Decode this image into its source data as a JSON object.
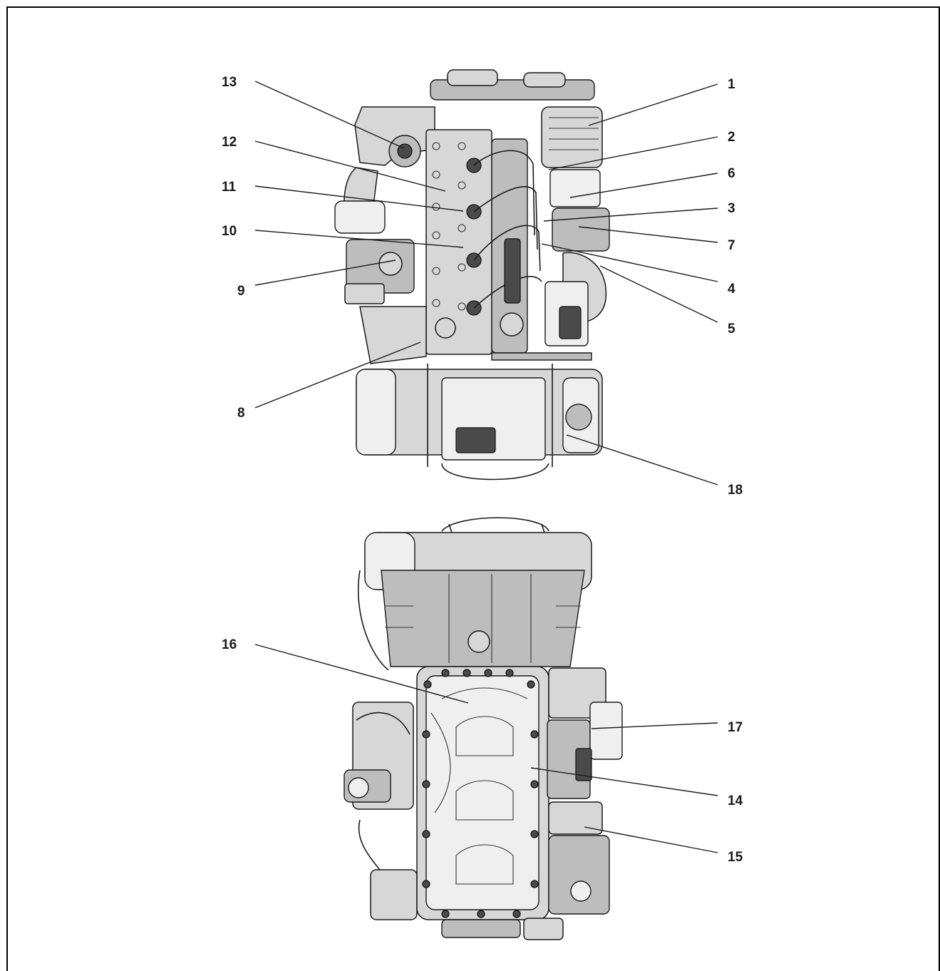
{
  "callouts": [
    {
      "id": "1",
      "label": "1"
    },
    {
      "id": "2",
      "label": "2"
    },
    {
      "id": "3",
      "label": "3"
    },
    {
      "id": "4",
      "label": "4"
    },
    {
      "id": "5",
      "label": "5"
    },
    {
      "id": "6",
      "label": "6"
    },
    {
      "id": "7",
      "label": "7"
    },
    {
      "id": "8",
      "label": "8"
    },
    {
      "id": "9",
      "label": "9"
    },
    {
      "id": "10",
      "label": "10"
    },
    {
      "id": "11",
      "label": "11"
    },
    {
      "id": "12",
      "label": "12"
    },
    {
      "id": "13",
      "label": "13"
    },
    {
      "id": "14",
      "label": "14"
    },
    {
      "id": "15",
      "label": "15"
    },
    {
      "id": "16",
      "label": "16"
    },
    {
      "id": "17",
      "label": "17"
    },
    {
      "id": "18",
      "label": "18"
    }
  ],
  "colors": {
    "ink": "#1a1a1a",
    "light_gray": "#d7d7d7",
    "mid_gray": "#bdbdbd",
    "dark_gray": "#4a4a4a"
  }
}
